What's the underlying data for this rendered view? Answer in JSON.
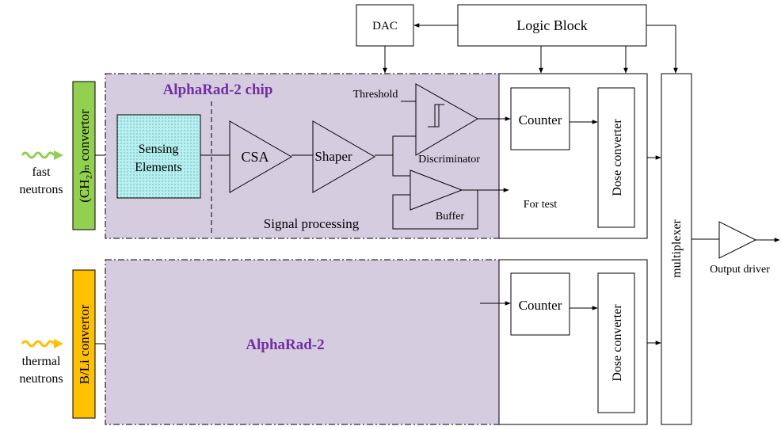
{
  "blocks": {
    "dac": "DAC",
    "logic_block": "Logic Block",
    "chip_top_title": "AlphaRad-2 chip",
    "chip_bottom_title": "AlphaRad-2",
    "threshold": "Threshold",
    "sensing_line1": "Sensing",
    "sensing_line2": "Elements",
    "csa": "CSA",
    "shaper": "Shaper",
    "discriminator": "Discriminator",
    "buffer": "Buffer",
    "for_test": "For test",
    "signal_processing": "Signal processing",
    "counter_top": "Counter",
    "counter_bottom": "Counter",
    "dose_converter_top": "Dose converter",
    "dose_converter_bottom": "Dose converter",
    "multiplexer": "multiplexer",
    "output_driver": "Output driver",
    "ch2_convertor": "(CH₂)ₙ convertor",
    "bli_convertor": "B/Li convertor",
    "fast_line1": "fast",
    "fast_line2": "neutrons",
    "thermal_line1": "thermal",
    "thermal_line2": "neutrons"
  },
  "colors": {
    "chip_fill": "#d6cce0",
    "title_purple": "#7030a0",
    "green_convertor": "#92d050",
    "orange_convertor": "#ffc000",
    "sensing_fill": "#b7f0f0",
    "fast_wave": "#92d050",
    "thermal_wave": "#ffc000"
  }
}
